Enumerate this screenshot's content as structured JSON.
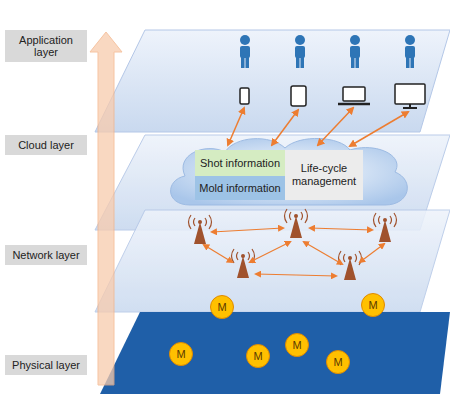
{
  "diagram": {
    "nodes": [
      {
        "text": [
          "Application layer"
        ]
      },
      {
        "text": [
          "Cloud layer"
        ]
      },
      {
        "text": [
          "Shot information"
        ]
      },
      {
        "text": [
          "Mold information"
        ]
      },
      {
        "text": [
          "Life-cycle management"
        ]
      },
      {
        "text": [
          "Network layer"
        ]
      },
      {
        "text": [
          "Physical layer"
        ]
      },
      {
        "text": [
          "M"
        ]
      },
      {
        "text": [
          "M"
        ]
      },
      {
        "text": [
          "M"
        ]
      },
      {
        "text": [
          "M"
        ]
      },
      {
        "text": [
          "M"
        ]
      },
      {
        "text": [
          "M"
        ]
      }
    ]
  }
}
